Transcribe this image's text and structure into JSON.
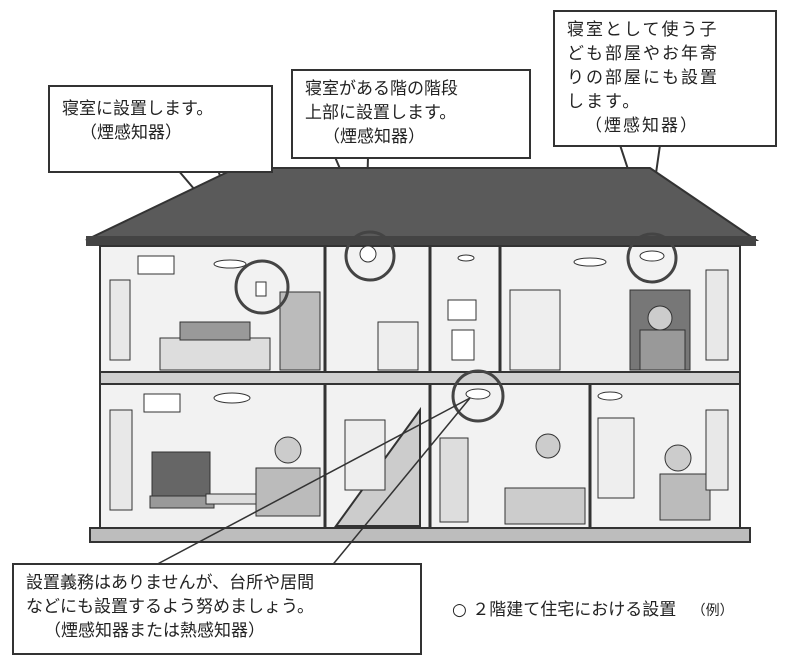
{
  "callouts": {
    "bedroom": {
      "line1": "寝室に設置します。",
      "line2": "（煙感知器）"
    },
    "stairs": {
      "line1": "寝室がある階の階段",
      "line2": "上部に設置します。",
      "line3": "（煙感知器）"
    },
    "kids_room": {
      "line1": "寝室として使う子",
      "line2": "ども部屋やお年寄",
      "line3": "りの部屋にも設置",
      "line4": "します。",
      "line5": "（煙感知器）"
    },
    "kitchen": {
      "line1": "設置義務はありませんが、台所や居間",
      "line2": "などにも設置するよう努めましょう。",
      "line3": "（煙感知器または熱感知器）"
    }
  },
  "caption": {
    "marker": "○",
    "text": "２階建て住宅における設置",
    "example": "（例）"
  },
  "colors": {
    "roof": "#5a5a5a",
    "wall": "#f2f2f2",
    "line": "#333333",
    "floor": "#cfcfcf"
  }
}
